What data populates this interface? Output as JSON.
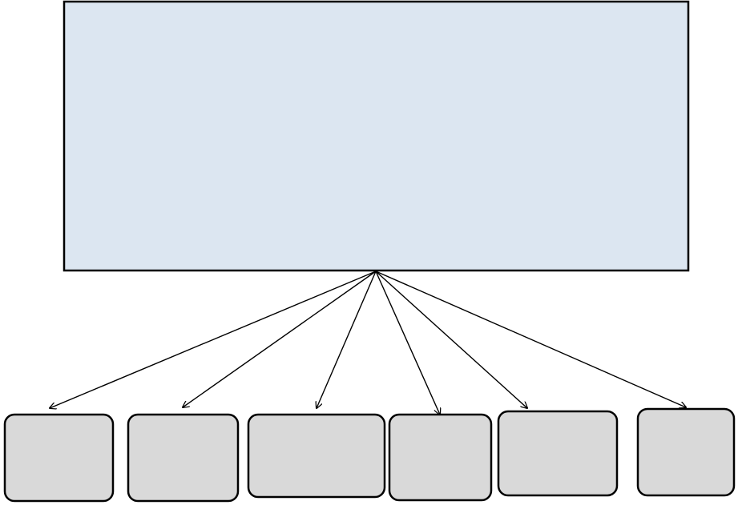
{
  "diagram": {
    "root": {
      "label": ""
    },
    "children": [
      {
        "id": "child-1",
        "label": ""
      },
      {
        "id": "child-2",
        "label": ""
      },
      {
        "id": "child-3",
        "label": ""
      },
      {
        "id": "child-4",
        "label": ""
      },
      {
        "id": "child-5",
        "label": ""
      },
      {
        "id": "child-6",
        "label": ""
      }
    ],
    "colors": {
      "root_fill": "#dce6f1",
      "child_fill": "#d9d9d9",
      "stroke": "#000000",
      "background": "#ffffff"
    }
  }
}
